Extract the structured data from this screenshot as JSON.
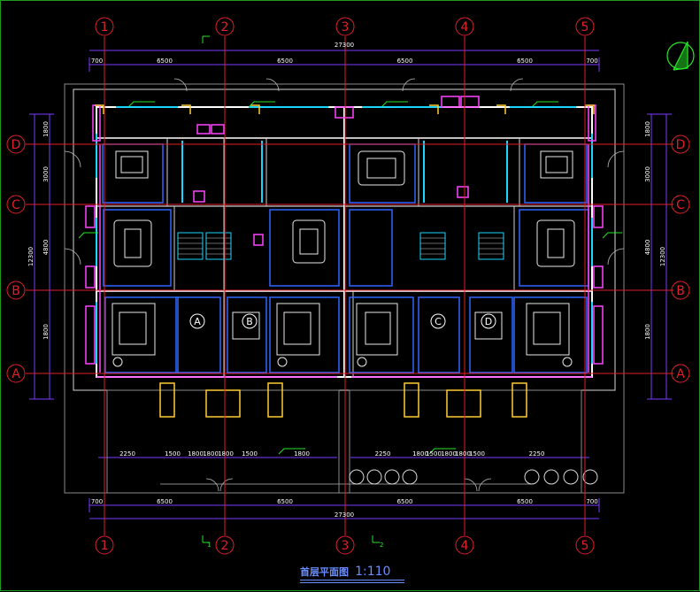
{
  "drawing": {
    "title": "首层平面图",
    "scale": "1:110"
  },
  "axes_vertical": [
    "1",
    "2",
    "3",
    "4",
    "5"
  ],
  "axes_horizontal": [
    "D",
    "C",
    "B",
    "A"
  ],
  "dims_top": {
    "total": "27300",
    "segments": [
      "700",
      "6500",
      "6500",
      "6500",
      "6500",
      "700"
    ]
  },
  "dims_bottom": {
    "total": "27300",
    "segments": [
      "700",
      "6500",
      "6500",
      "6500",
      "6500",
      "700"
    ]
  },
  "dims_left": {
    "total": "12300",
    "segments": [
      "1800",
      "3000",
      "4800",
      "1800"
    ]
  },
  "dims_right": {
    "total": "12300",
    "segments": [
      "1800",
      "3000",
      "4800",
      "1800"
    ]
  },
  "dims_lower_left": [
    "2250",
    "1500",
    "1800",
    "1800",
    "1800",
    "1500",
    "1800"
  ],
  "dims_lower_right": [
    "2250",
    "1800",
    "1500",
    "1800",
    "1800",
    "1500",
    "2250"
  ],
  "section_markers": [
    "1",
    "2"
  ],
  "unit_markers": [
    "A",
    "B",
    "C",
    "D"
  ],
  "colors": {
    "grid": "#e0202a",
    "dims": "#7a3cff",
    "walls": "#ffffff",
    "rooms": "#2f66ff",
    "windows": "#1ad6ff",
    "accent": "#ff44ff",
    "terrace": "#ffcc33",
    "green": "#29e429",
    "frame": "#1e9b1e"
  }
}
